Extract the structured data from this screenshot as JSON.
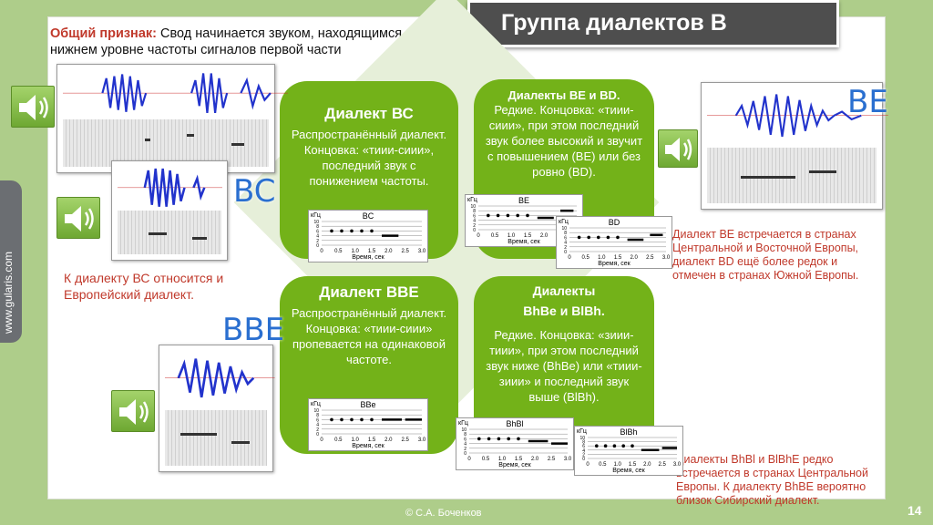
{
  "title": "Группа диалектов В",
  "feature": {
    "label": "Общий признак:",
    "text": " Свод начинается звуком, находящимся на нижнем уровне частоты сигналов первой части"
  },
  "cards": [
    {
      "title": "Диалект ВС",
      "text": "Распространённый диалект. Концовка: «тиии-сиии», последний звук с понижением частоты."
    },
    {
      "title": "Диалекты BE и BD.",
      "text": "Редкие. Концовка: «тиии-сиии», при этом последний звук более высокий и звучит с повышением (BE) или без ровно (BD)."
    },
    {
      "title": "Диалект BBE",
      "text": "Распространённый диалект. Концовка: «тиии-сиии» пропевается на одинаковой частоте."
    },
    {
      "title": "Диалекты",
      "title2": "BhBe и BlBh.",
      "text": "Редкие. Концовка: «зиии-тиии», при этом последний звук ниже (BhBe) или «тиии-зиии» и последний звук выше (BlBh)."
    }
  ],
  "big_labels": {
    "bc": "BC",
    "be": "BE",
    "bbe": "BBE"
  },
  "notes": {
    "bc": "К диалекту ВС относится и Европейский диалект.",
    "be": "Диалект BE встречается в странах Центральной и Восточной Европы, диалект BD ещё более редок и отмечен в странах Южной Европы.",
    "bhbl": "Диалекты BhBl и BlBhE редко встречается в странах Центральной Европы. К диалекту BhBE вероятно близок Сибирский диалект."
  },
  "mini_charts": {
    "y_unit": "кГц",
    "x_label": "Время, сек",
    "x_ticks": [
      "0",
      "0.5",
      "1.0",
      "1.5",
      "2.0",
      "2.5",
      "3.0"
    ],
    "y_ticks": [
      "10",
      "8",
      "6",
      "4",
      "2",
      "0"
    ],
    "names": {
      "bc": "BC",
      "be": "BE",
      "bd": "BD",
      "bbe": "BBe",
      "bhbl": "BhBl",
      "blbh": "BlBh"
    }
  },
  "side_text": "www.gularis.com",
  "footer": "© С.А. Боченков",
  "page_number": "14",
  "colors": {
    "accent_green": "#73b219",
    "note_red": "#c0392b",
    "label_blue": "#2a6fd0"
  },
  "icons": [
    "speaker-icon"
  ]
}
